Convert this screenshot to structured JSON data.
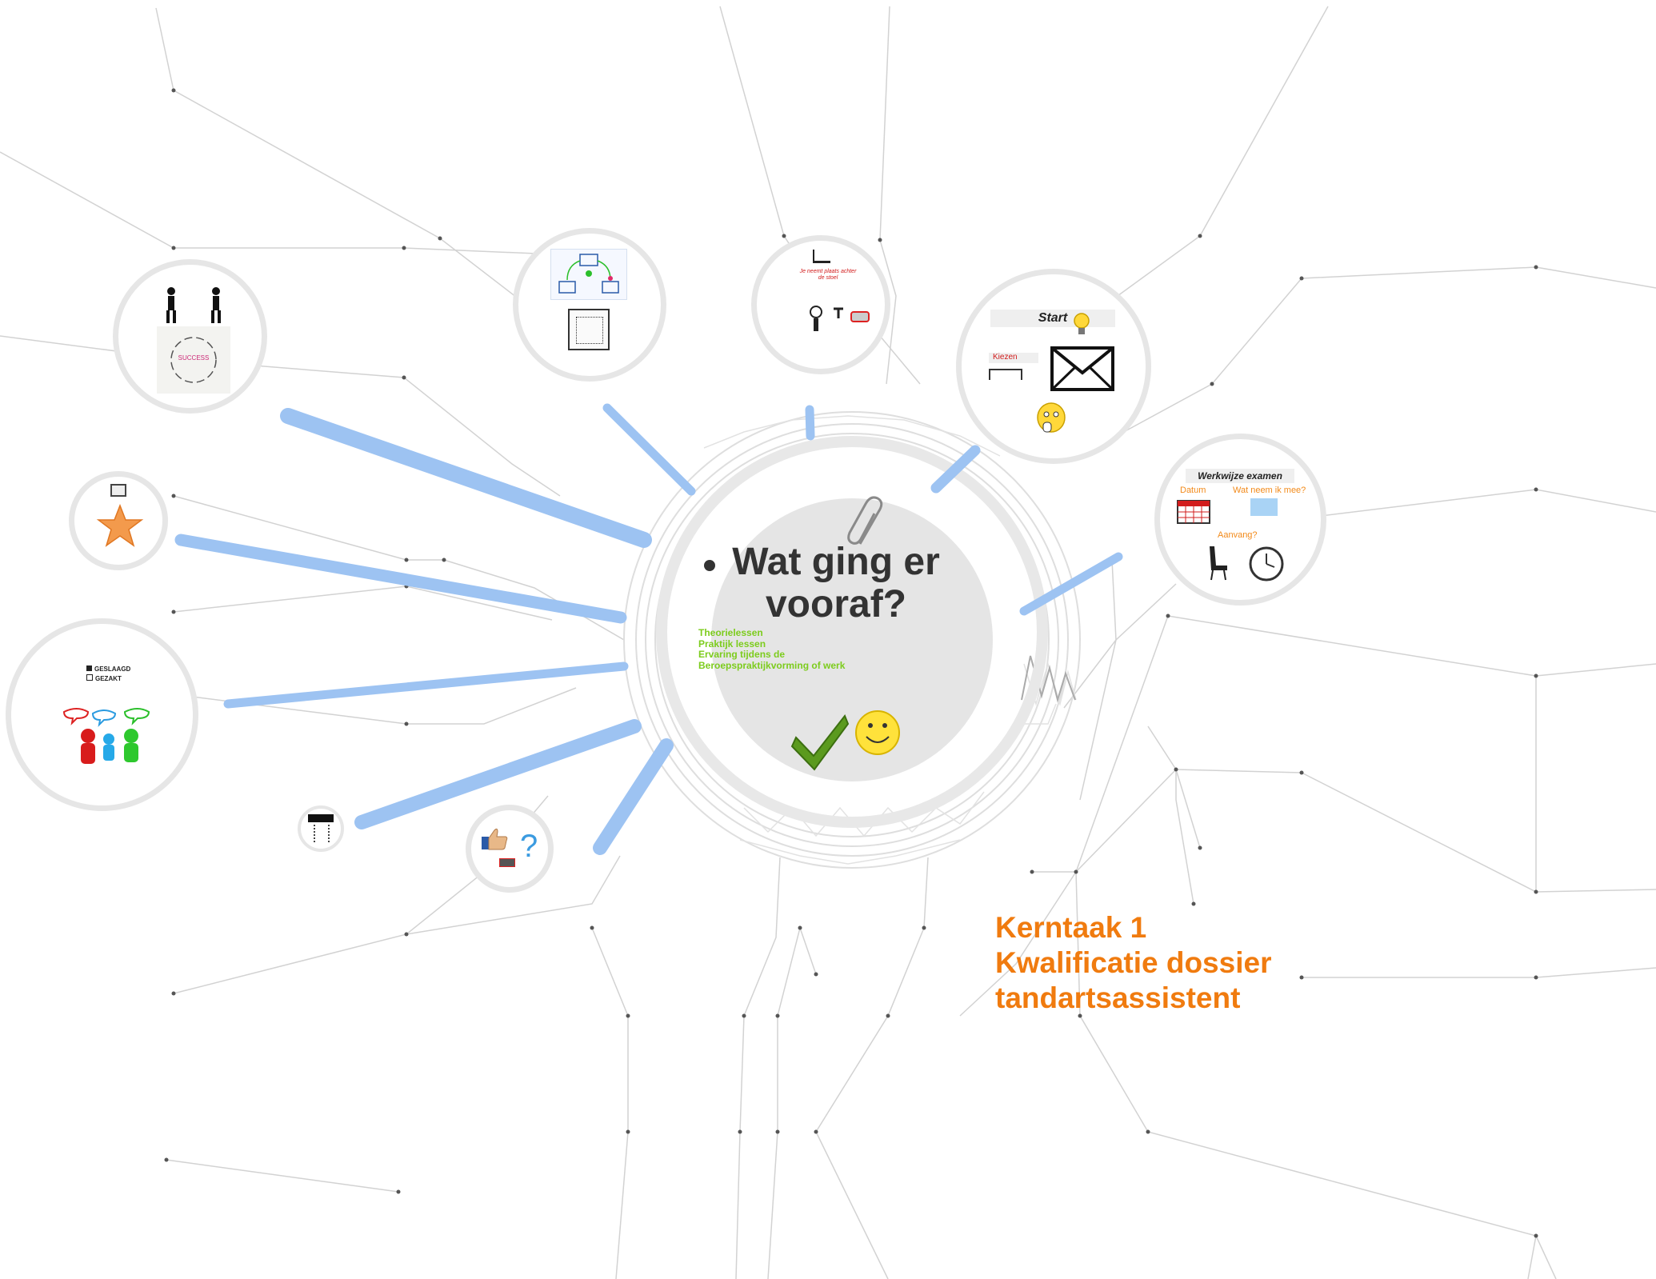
{
  "center": {
    "title": "Wat ging er vooraf?",
    "title_line1": "Wat ging er",
    "title_line2": "vooraf?",
    "list": [
      "Theorielessen",
      "Praktijk lessen",
      "Ervaring tijdens de",
      "Beroepspraktijkvorming of werk"
    ]
  },
  "kerntaak": {
    "line1": "Kerntaak 1",
    "line2": "Kwalificatie dossier",
    "line3": "tandartsassistent"
  },
  "start_frame": {
    "title": "Start",
    "kiezen": "Kiezen"
  },
  "examen_frame": {
    "title": "Werkwijze examen",
    "datum": "Datum",
    "mee": "Wat neem ik mee?",
    "aanvang": "Aanvang?"
  },
  "plaats_frame": {
    "text_line1": "Je neemt plaats achter",
    "text_line2": "de stoel"
  },
  "result_frame": {
    "geslaagd": "GESLAAGD",
    "gezakt": "GEZAKT"
  },
  "cycle_frame": {
    "center_word": "SUCCESS"
  },
  "colors": {
    "accent_orange": "#f07b0f",
    "list_green": "#7ccc1c",
    "connector_blue": "#9dc3f2",
    "ring_grey": "#e6e6e6"
  }
}
